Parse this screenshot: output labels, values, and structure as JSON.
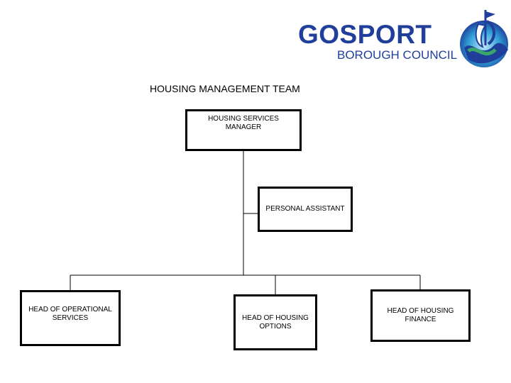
{
  "logo": {
    "word": "GOSPORT",
    "subtitle": "BOROUGH COUNCIL",
    "emblem_icon": "ship-on-wave-emblem",
    "colors": {
      "primary": "#1f3f9b",
      "accent": "#2f9fd6",
      "green": "#3aa66a"
    }
  },
  "diagram": {
    "title": "HOUSING MANAGEMENT TEAM",
    "nodes": {
      "housing_services_manager": "HOUSING SERVICES\nMANAGER",
      "personal_assistant": "PERSONAL ASSISTANT",
      "head_operational_services": "HEAD OF OPERATIONAL\nSERVICES",
      "head_housing_options": "HEAD OF HOUSING\nOPTIONS",
      "head_housing_finance": "HEAD OF HOUSING\nFINANCE"
    },
    "edges": [
      [
        "housing_services_manager",
        "personal_assistant"
      ],
      [
        "housing_services_manager",
        "head_operational_services"
      ],
      [
        "housing_services_manager",
        "head_housing_options"
      ],
      [
        "housing_services_manager",
        "head_housing_finance"
      ]
    ]
  }
}
